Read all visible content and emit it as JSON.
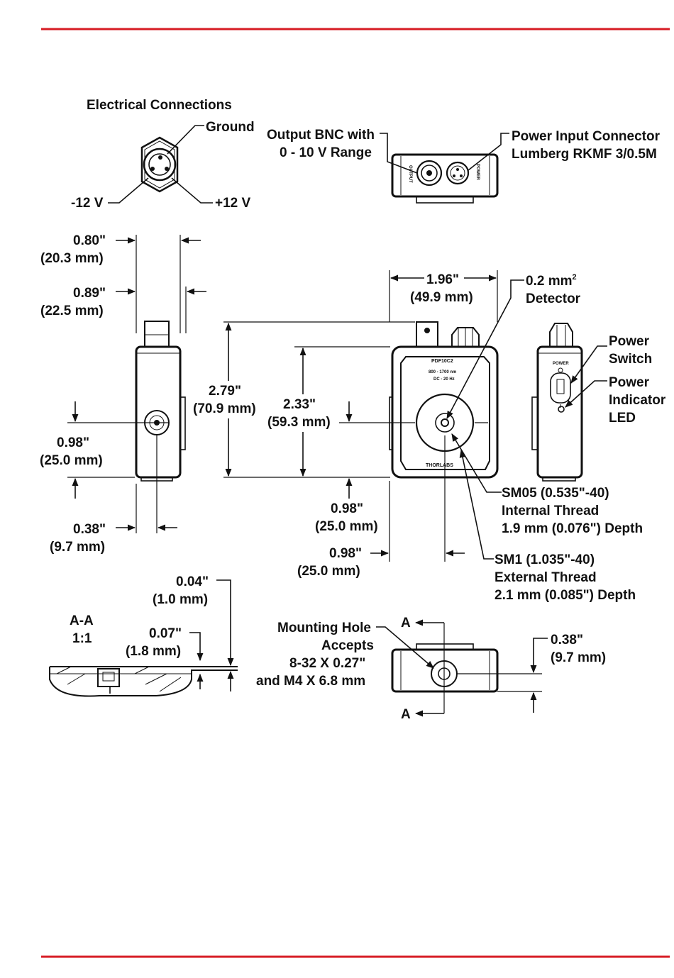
{
  "colors": {
    "rule": "#d71c24",
    "ink": "#111111"
  },
  "electrical": {
    "title": "Electrical Connections",
    "ground": "Ground",
    "neg": "-12 V",
    "pos": "+12 V"
  },
  "top_view": {
    "output_bnc_1": "Output BNC with",
    "output_bnc_2": "0 - 10 V Range",
    "power_input_1": "Power Input Connector",
    "power_input_2": "Lumberg RKMF 3/0.5M",
    "output_mark": "OUTPUT",
    "power_mark": "POWER"
  },
  "side_view": {
    "d080_in": "0.80\"",
    "d080_mm": "(20.3 mm)",
    "d089_in": "0.89\"",
    "d089_mm": "(22.5 mm)",
    "d098_in": "0.98\"",
    "d098_mm": "(25.0 mm)",
    "d038_in": "0.38\"",
    "d038_mm": "(9.7 mm)"
  },
  "front_view": {
    "width_in": "1.96\"",
    "width_mm": "(49.9 mm)",
    "height_in": "2.79\"",
    "height_mm": "(70.9 mm)",
    "body_h_in": "2.33\"",
    "body_h_mm": "(59.3 mm)",
    "bottom_in": "0.98\"",
    "bottom_mm": "(25.0 mm)",
    "center_in": "0.98\"",
    "center_mm": "(25.0 mm)",
    "detector_1": "0.2 mm",
    "detector_sup": "2",
    "detector_2": "Detector",
    "model": "PDF10C2",
    "spec_1": "800 - 1700 nm",
    "spec_2": "DC - 20 Hz",
    "brand": "THORLABS",
    "sm05_1": "SM05 (0.535\"-40)",
    "sm05_2": "Internal Thread",
    "sm05_3": "1.9 mm (0.076\") Depth",
    "sm1_1": "SM1 (1.035\"-40)",
    "sm1_2": "External Thread",
    "sm1_3": "2.1 mm (0.085\") Depth"
  },
  "right_view": {
    "switch_1": "Power",
    "switch_2": "Switch",
    "led_1": "Power",
    "led_2": "Indicator",
    "led_3": "LED",
    "power_mark": "POWER"
  },
  "section": {
    "title": "A-A",
    "scale": "1:1",
    "d004_in": "0.04\"",
    "d004_mm": "(1.0 mm)",
    "d007_in": "0.07\"",
    "d007_mm": "(1.8 mm)"
  },
  "bottom_view": {
    "mount_1": "Mounting Hole",
    "mount_2": "Accepts",
    "mount_3": "8-32 X 0.27\"",
    "mount_4": "and M4 X 6.8 mm",
    "section_a": "A",
    "d038_in": "0.38\"",
    "d038_mm": "(9.7 mm)"
  }
}
